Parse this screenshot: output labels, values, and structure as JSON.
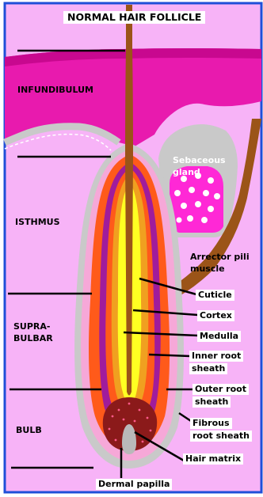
{
  "title": "NORMAL HAIR FOLLICLE",
  "zones": {
    "infundibulum": "INFUNDIBULUM",
    "isthmus": "ISTHMUS",
    "suprabulbar_1": "SUPRA-",
    "suprabulbar_2": "BULBAR",
    "bulb": "BULB"
  },
  "labels": {
    "sebaceous_1": "Sebaceous",
    "sebaceous_2": "gland",
    "arrector_1": "Arrector pili",
    "arrector_2": "muscle",
    "cuticle": "Cuticle",
    "cortex": "Cortex",
    "medulla": "Medulla",
    "irs_1": "Inner root",
    "irs_2": "sheath",
    "ors_1": "Outer root",
    "ors_2": "sheath",
    "fibrous_1": "Fibrous",
    "fibrous_2": "root sheath",
    "matrix": "Hair matrix",
    "papilla": "Dermal papilla"
  },
  "colors": {
    "background": "#ffffff",
    "border": "#1f4fd8",
    "dermis": "#f7b3f7",
    "epidermis": "#e81aae",
    "epidermis_dark": "#c8088f",
    "connective": "#c9c9c9",
    "fibrous": "#f6a8d8",
    "outer_root_sheath": "#ff5a1a",
    "purple": "#a01c9c",
    "inner_root_sheath": "#f0a020",
    "cortex": "#ffff22",
    "hair_shaft": "#9b5418",
    "matrix": "#8b1a1a",
    "papilla": "#b9b9b9",
    "sebaceous": "#ff28d6"
  }
}
